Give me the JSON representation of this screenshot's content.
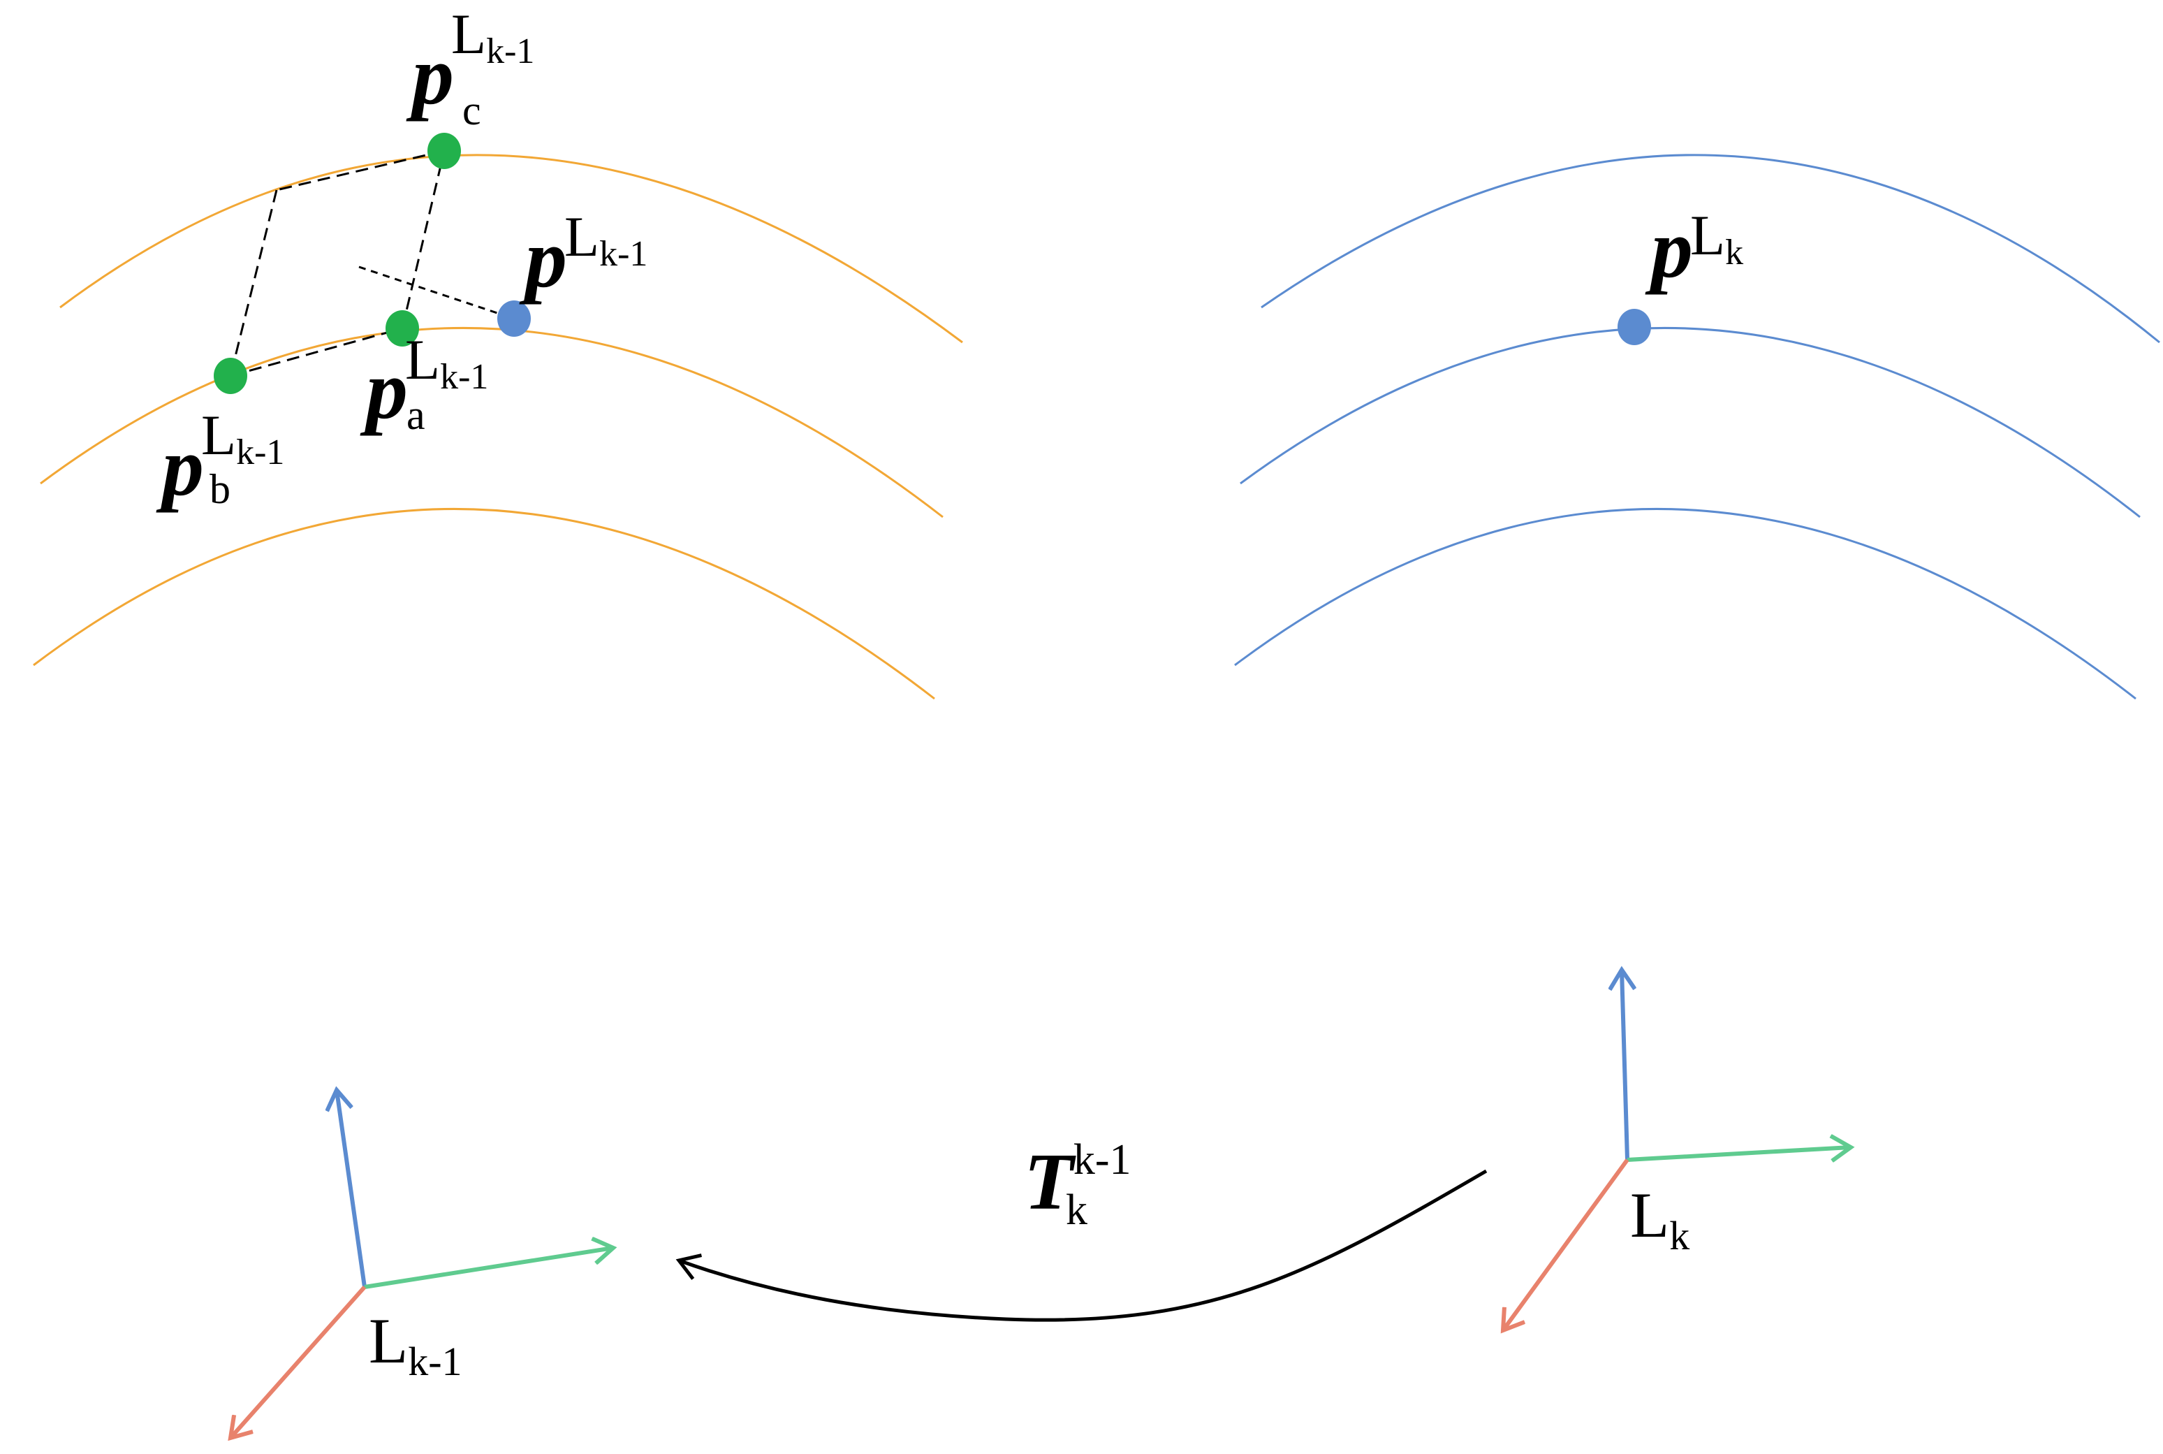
{
  "colors": {
    "prev_scan": "#F2A735",
    "curr_scan": "#5B8BD0",
    "feature_point": "#22B14C",
    "query_point": "#5B8BD0",
    "axis_x": "#E8826C",
    "axis_y": "#5FCB8F",
    "axis_z": "#5B8BD0",
    "transform_arrow": "#000000",
    "dashed": "#000000"
  },
  "labels": {
    "pc": {
      "symbol": "p",
      "sub": "c",
      "sup_main": "L",
      "sup_sub": "k-1"
    },
    "pa": {
      "symbol": "p",
      "sub": "a",
      "sup_main": "L",
      "sup_sub": "k-1"
    },
    "pb": {
      "symbol": "p",
      "sub": "b",
      "sup_main": "L",
      "sup_sub": "k-1"
    },
    "p_prev": {
      "symbol": "p",
      "sup_main": "L",
      "sup_sub": "k-1"
    },
    "p_curr": {
      "symbol": "p",
      "sup_main": "L",
      "sup_sub": "k"
    },
    "transform": {
      "symbol": "T",
      "sub": "k",
      "sup": "k-1"
    },
    "frame_prev": {
      "main": "L",
      "sub": "k-1"
    },
    "frame_curr": {
      "main": "L",
      "sub": "k"
    }
  },
  "icons": {
    "frame_prev": "coordinate-axes-icon",
    "frame_curr": "coordinate-axes-icon",
    "transform": "curved-arrow-icon"
  }
}
